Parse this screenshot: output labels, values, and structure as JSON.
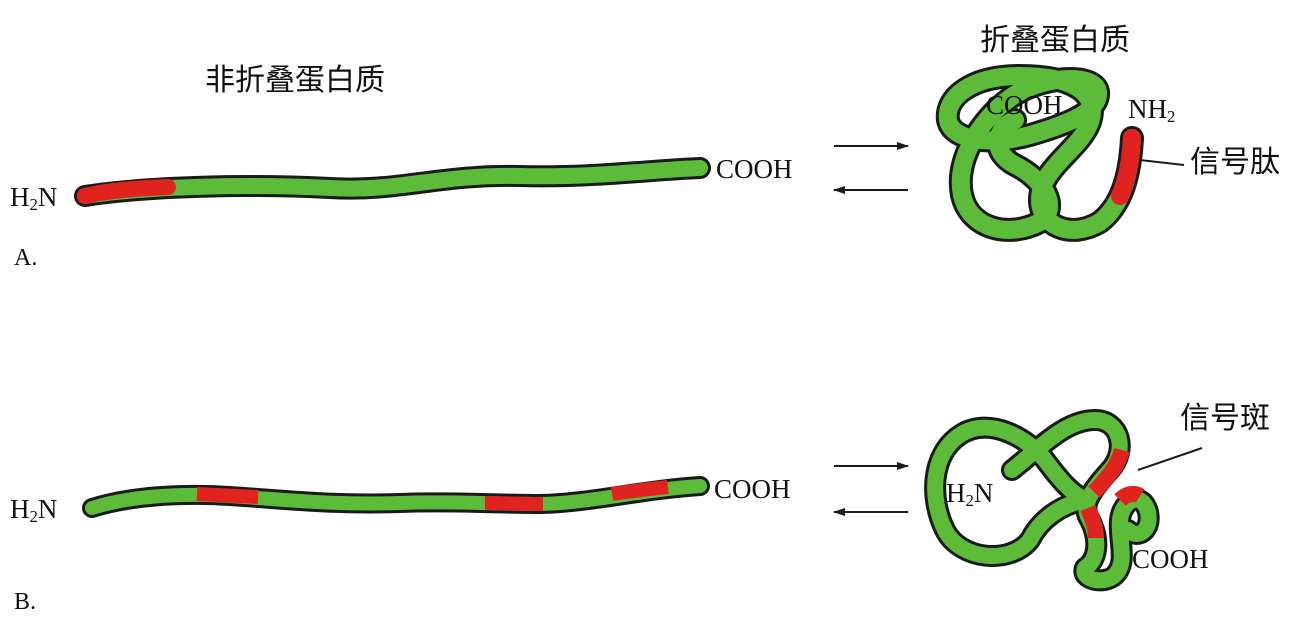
{
  "colors": {
    "chain_fill": "#5cbc3a",
    "signal_fill": "#e0231f",
    "outline": "#1a1a1a"
  },
  "labels": {
    "unfolded_title": "非折叠蛋白质",
    "folded_title": "折叠蛋白质",
    "signal_peptide": "信号肽",
    "signal_patch": "信号斑",
    "cooh": "COOH",
    "h2n_main": "H",
    "h2n_sub": "2",
    "h2n_tail": "N",
    "nh2_main": "NH",
    "nh2_sub": "2",
    "panel_a": "A.",
    "panel_b": "B."
  },
  "icons": {
    "forward_arrow": "right-arrow-icon",
    "reverse_arrow": "left-arrow-icon"
  }
}
